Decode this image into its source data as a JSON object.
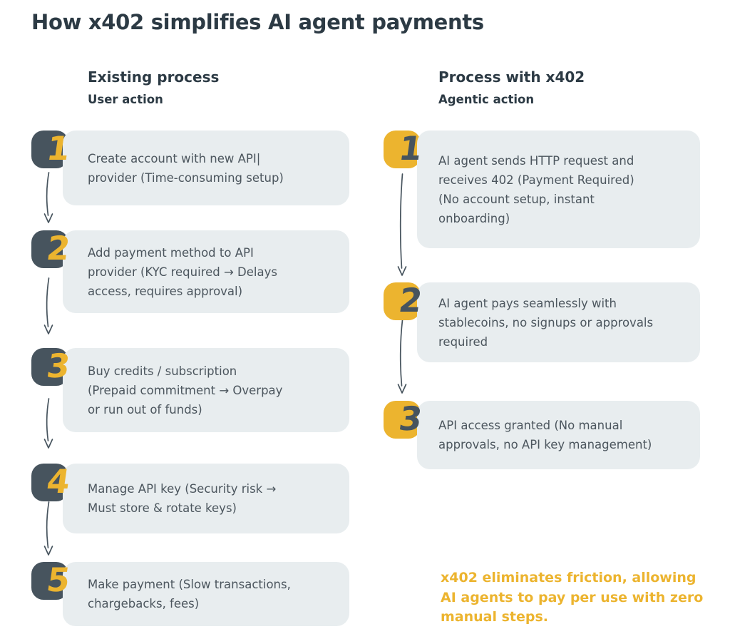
{
  "page": {
    "title": "How x402 simplifies AI agent payments"
  },
  "colors": {
    "dark_slate": "#47545e",
    "heading": "#2c3a44",
    "accent_yellow": "#ecb42f",
    "box_bg": "#e8edef",
    "body_text": "#4c565e",
    "page_bg": "#ffffff"
  },
  "columns": [
    {
      "heading": "Existing process",
      "subheading": "User action",
      "badge_style": "dark",
      "steps": [
        {
          "number": "1",
          "text": "Create account with new API|\nprovider (Time-consuming setup)"
        },
        {
          "number": "2",
          "text": "Add payment method to API\nprovider (KYC required → Delays\naccess, requires approval)"
        },
        {
          "number": "3",
          "text": "Buy credits / subscription\n(Prepaid commitment → Overpay\nor run out of funds)"
        },
        {
          "number": "4",
          "text": "Manage API key (Security risk →\nMust store & rotate keys)"
        },
        {
          "number": "5",
          "text": "Make payment (Slow transactions,\nchargebacks, fees)"
        }
      ]
    },
    {
      "heading": "Process with x402",
      "subheading": "Agentic action",
      "badge_style": "yellow",
      "steps": [
        {
          "number": "1",
          "text": "AI agent sends HTTP request and\nreceives 402 (Payment Required)\n(No account setup, instant\nonboarding)"
        },
        {
          "number": "2",
          "text": "AI agent pays seamlessly with\nstablecoins, no signups or approvals\nrequired"
        },
        {
          "number": "3",
          "text": "API access granted (No manual\napprovals, no API key management)"
        }
      ]
    }
  ],
  "footer": {
    "text": "x402 eliminates friction, allowing\nAI agents to pay per use with zero\nmanual steps."
  }
}
